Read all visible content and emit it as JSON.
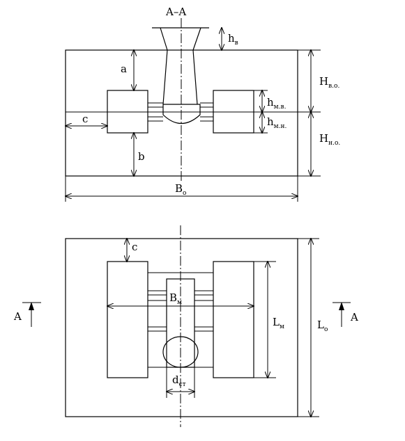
{
  "section_title": "A–A",
  "top_view": {
    "h_v": {
      "main": "h",
      "sub": "в"
    },
    "a": "a",
    "b": "b",
    "c": "c",
    "H_vo": {
      "main": "H",
      "sub": "в.о."
    },
    "H_no": {
      "main": "H",
      "sub": "н.о."
    },
    "h_mv": {
      "main": "h",
      "sub": "м.в."
    },
    "h_mn": {
      "main": "h",
      "sub": "м.н."
    },
    "B_o": {
      "main": "B",
      "sub": "o"
    }
  },
  "plan_view": {
    "c": "c",
    "B_m": {
      "main": "B",
      "sub": "м"
    },
    "L_m": {
      "main": "L",
      "sub": "м"
    },
    "L_o": {
      "main": "L",
      "sub": "o"
    },
    "d_st": {
      "main": "d",
      "sub": "ст"
    },
    "section_mark_left": "A",
    "section_mark_right": "A"
  }
}
